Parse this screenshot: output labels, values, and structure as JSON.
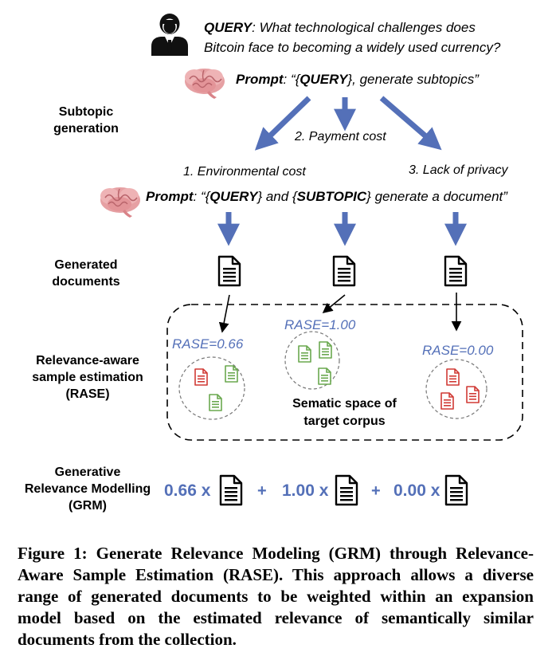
{
  "query": {
    "label": "QUERY",
    "line1": ": What technological challenges does",
    "line2": "Bitcoin face to becoming a widely used currency?"
  },
  "prompt1": {
    "label": "Prompt",
    "pre": ": “{",
    "keyword": "QUERY",
    "post": "}, generate subtopics”"
  },
  "prompt2": {
    "label": "Prompt",
    "pre": ": “{",
    "keyword1": "QUERY",
    "mid": "} and {",
    "keyword2": "SUBTOPIC",
    "post": "} generate a document”"
  },
  "side_labels": {
    "subtopic_generation": "Subtopic generation",
    "generated_documents": "Generated documents",
    "rase": "Relevance-aware sample estimation (RASE)",
    "grm": "Generative Relevance Modelling (GRM)"
  },
  "subtopics": [
    "1. Environmental cost",
    "2. Payment cost",
    "3. Lack of privacy"
  ],
  "rase_scores": [
    "RASE=0.66",
    "RASE=1.00",
    "RASE=0.00"
  ],
  "corpus_label": "Sematic space of target corpus",
  "grm_weights": [
    "0.66 x",
    "1.00 x",
    "0.00 x"
  ],
  "grm_plus": "+",
  "caption": "Figure 1: Generate Relevance Modeling (GRM) through Relevance-Aware Sample Estimation (RASE). This approach allows a diverse range of generated documents to be weighted within an expansion model based on the estimated relevance of semantically similar documents from the collection.",
  "colors": {
    "accent": "#5470b8",
    "doc_red": "#d13a35",
    "doc_green": "#6aa84f"
  },
  "icons": [
    "person-icon",
    "brain-icon",
    "document-icon"
  ]
}
